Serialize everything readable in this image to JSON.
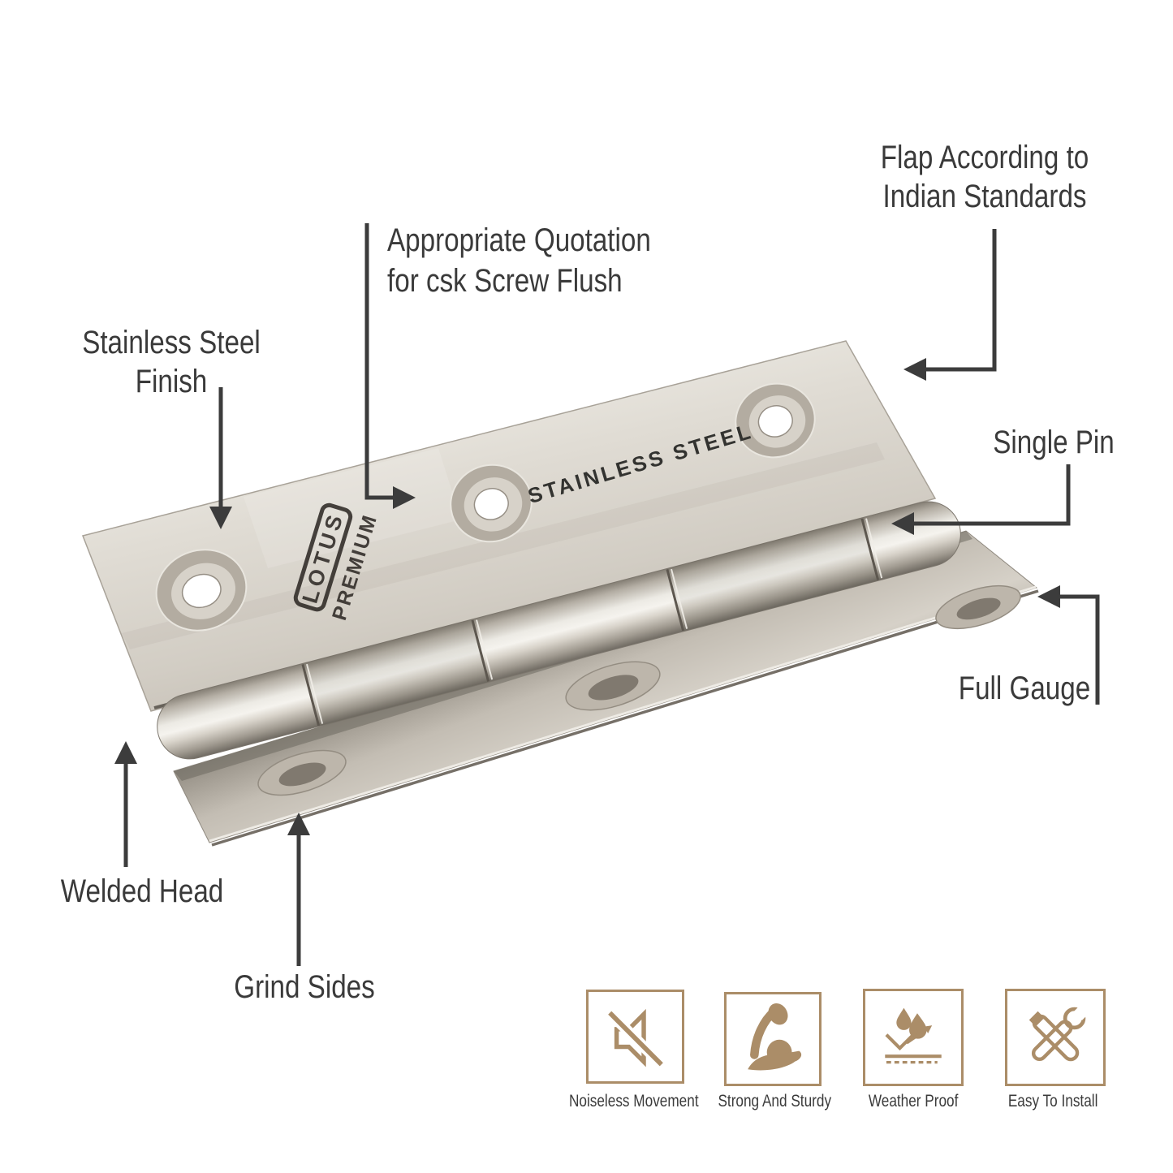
{
  "product": {
    "stamp": "STAINLESS STEEL",
    "brand": "LOTUS",
    "brand_tier": "PREMIUM"
  },
  "callouts": {
    "flap_standards": {
      "line1": "Flap According to",
      "line2": "Indian Standards"
    },
    "csk_quotation": {
      "line1": "Appropriate Quotation",
      "line2": "for csk Screw Flush"
    },
    "stainless_finish": {
      "line1": "Stainless Steel",
      "line2": "Finish"
    },
    "single_pin": {
      "label": "Single Pin"
    },
    "full_gauge": {
      "label": "Full Gauge"
    },
    "welded_head": {
      "label": "Welded Head"
    },
    "grind_sides": {
      "label": "Grind Sides"
    }
  },
  "features": [
    {
      "icon": "muted-speaker-icon",
      "label": "Noiseless Movement"
    },
    {
      "icon": "flexed-arm-icon",
      "label": "Strong And Sturdy"
    },
    {
      "icon": "water-drops-icon",
      "label": "Weather Proof"
    },
    {
      "icon": "crossed-tools-icon",
      "label": "Easy To Install"
    }
  ],
  "colors": {
    "accent_tan": "#ab8d68",
    "label_text": "#3a3a3a",
    "arrow": "#3c3c3c",
    "steel_light": "#ece9e3",
    "steel_mid": "#d2cdc4",
    "steel_dark": "#8f897f"
  }
}
